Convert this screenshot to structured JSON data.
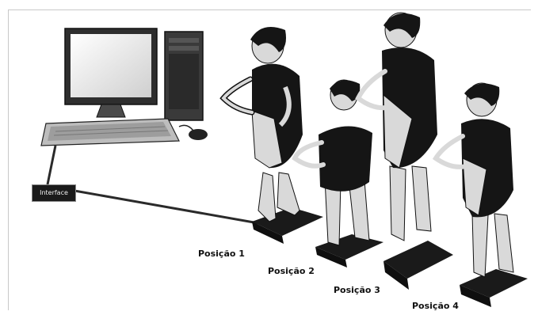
{
  "interface_label": "Interface",
  "positions": [
    {
      "label": "Posição 1"
    },
    {
      "label": "Posição 2"
    },
    {
      "label": "Posição 3"
    },
    {
      "label": "Posição 4"
    }
  ],
  "colors": {
    "skin": "#d9d9d9",
    "outfit": "#151515",
    "platform": "#1a1a1a",
    "cable": "#2a2a2a"
  }
}
